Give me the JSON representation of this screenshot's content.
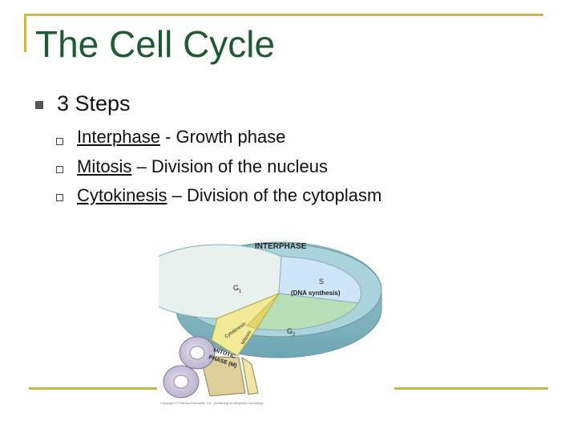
{
  "slide": {
    "title": "The Cell Cycle",
    "main_bullet": "3 Steps",
    "sub_bullets": [
      {
        "term": "Interphase",
        "text": " - Growth phase"
      },
      {
        "term": "Mitosis",
        "text": " – Division of the nucleus"
      },
      {
        "term": "Cytokinesis",
        "text": " – Division of the cytoplasm"
      }
    ]
  },
  "diagram": {
    "ring_label": "INTERPHASE",
    "g1": "G",
    "g1_sub": "1",
    "s": "S",
    "s_detail": "(DNA synthesis)",
    "g2": "G",
    "g2_sub": "2",
    "cytokinesis": "Cytokinesis",
    "mitosis": "Mitosis",
    "mitotic_1": "MITOTIC",
    "mitotic_2": "PHASE (M)",
    "credit": "Copyright © Pearson Education, Inc., publishing as Benjamin Cummings"
  },
  "colors": {
    "accent": "#c9b84a",
    "title": "#1f5a32",
    "g1": "#e9f1ef",
    "s": "#cfe6f8",
    "g2": "#b8e0b6",
    "ring": "#aad3dc",
    "mitotic": "#f1ea96"
  }
}
